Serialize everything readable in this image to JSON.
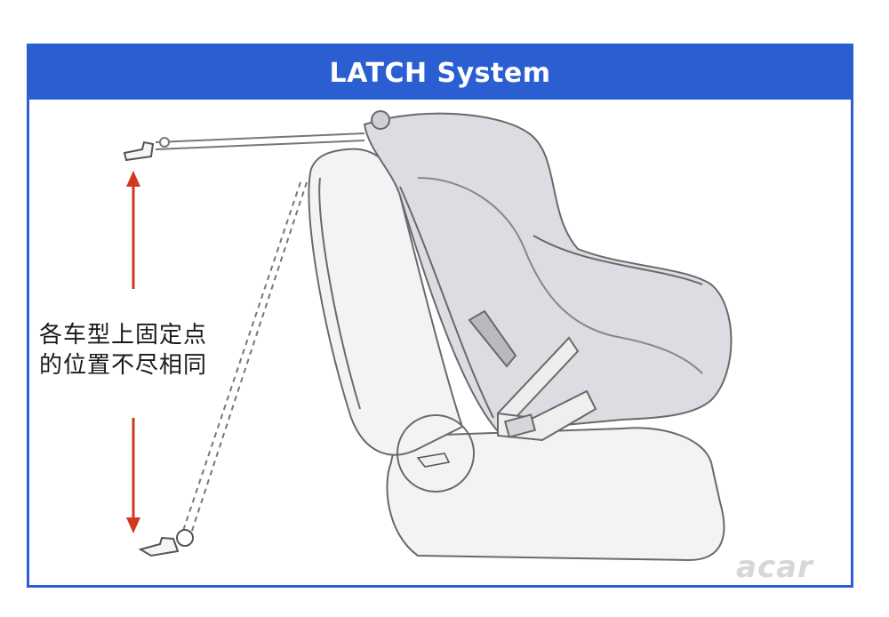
{
  "header": {
    "title": "LATCH System"
  },
  "caption": {
    "line1": "各车型上固定点",
    "line2": "的位置不尽相同"
  },
  "watermark": {
    "text": "acar"
  },
  "colors": {
    "frame": "#2b5fd1",
    "arrow": "#d0391c",
    "seat_fill": "#e6e6ea",
    "line": "#666666"
  }
}
